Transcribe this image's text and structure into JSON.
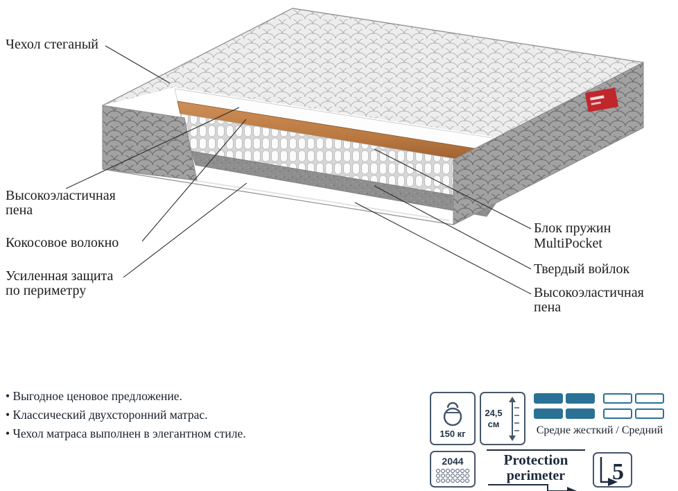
{
  "diagram": {
    "labels": {
      "cover": "Чехол стеганый",
      "foam_left_1": "Высокоэластичная",
      "foam_left_2": "пена",
      "coconut": "Кокосовое волокно",
      "perimeter_1": "Усиленная защита",
      "perimeter_2": "по периметру",
      "springs_1": "Блок пружин",
      "springs_2": "MultiPocket",
      "felt": "Твердый войлок",
      "foam_right_1": "Высокоэластичная",
      "foam_right_2": "пена"
    }
  },
  "features": {
    "items": [
      "• Выгодное ценовое предложение.",
      "• Классический двухсторонний матрас.",
      "• Чехол матраса выполнен в элегантном стиле."
    ]
  },
  "specs": {
    "weight": "150 кг",
    "height_value": "24,5",
    "height_unit": "см",
    "firmness_caption": "Средне жесткий / Средний",
    "firmness_rows": [
      [
        1,
        1,
        0,
        0
      ],
      [
        1,
        1,
        0,
        0
      ]
    ],
    "springs_count": "2044",
    "springs_dots": {
      "rows": 3,
      "cols": 7
    },
    "protection_1": "Protection",
    "protection_2": "perimeter",
    "warranty": "5"
  },
  "colors": {
    "accent_blue": "#2a7195",
    "outline_slate": "#44566b",
    "text_dark": "#1b2a3a",
    "coconut_brown": "#b5723e",
    "felt_gray": "#8e8e8e",
    "brand_red": "#c0272d"
  }
}
